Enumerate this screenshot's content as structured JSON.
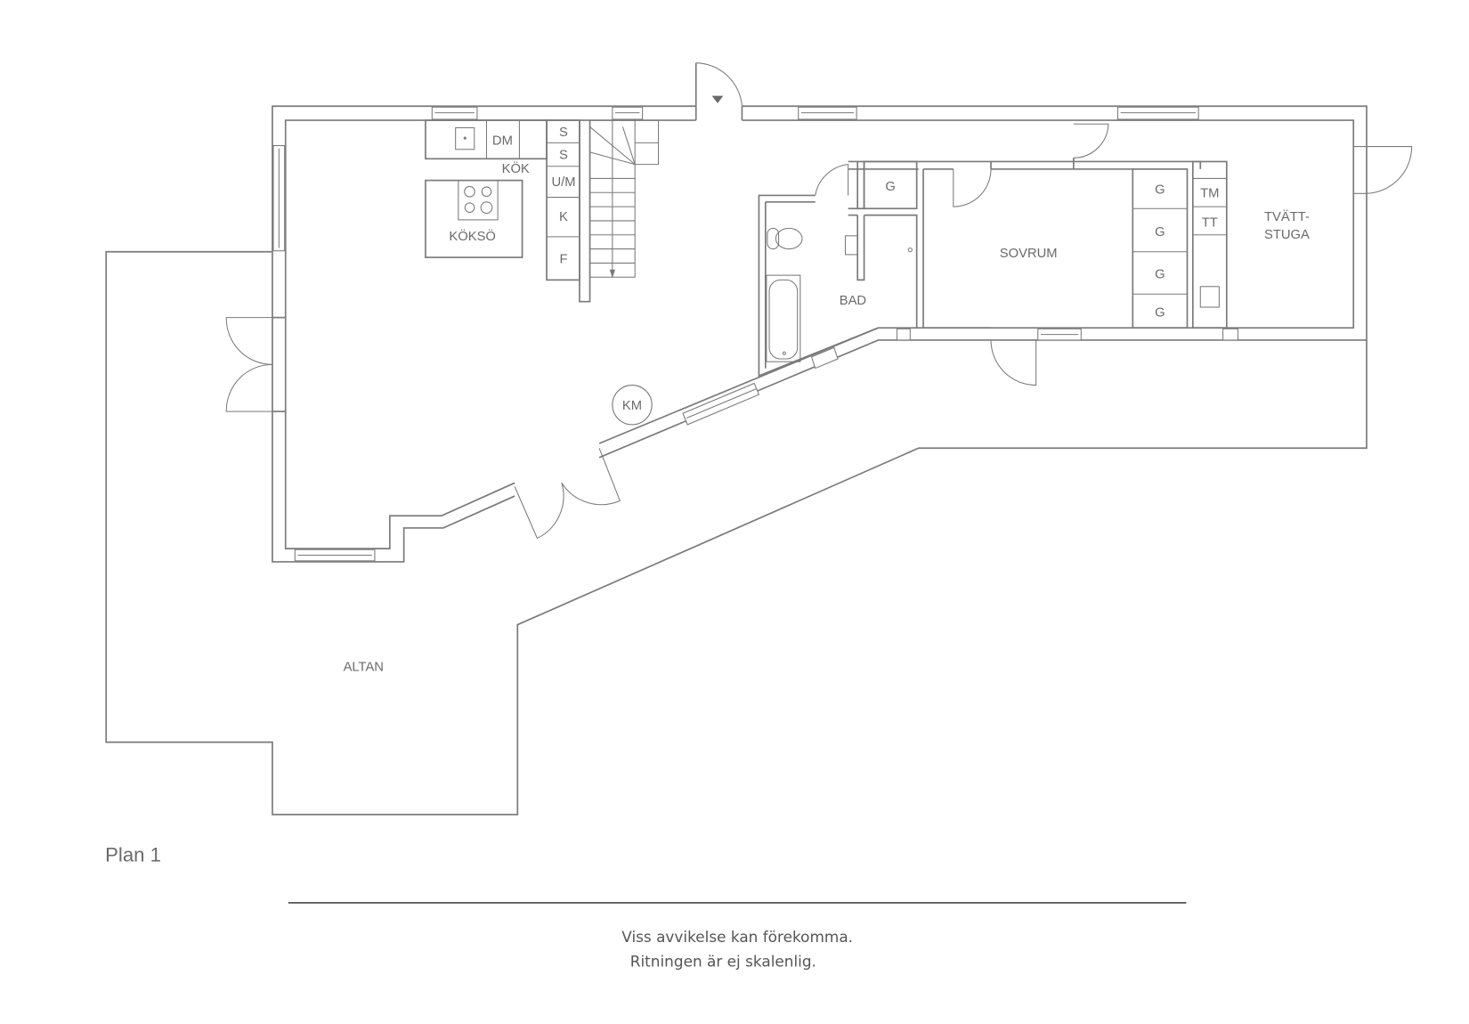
{
  "plan": {
    "title": "Plan 1"
  },
  "rooms": {
    "kok": "KÖK",
    "koksö": "KÖKSÖ",
    "bad": "BAD",
    "sovrum": "SOVRUM",
    "tvattstuga_line1": "TVÄTT-",
    "tvattstuga_line2": "STUGA",
    "altan": "ALTAN",
    "km": "KM"
  },
  "fixtures": {
    "dm": "DM",
    "s1": "S",
    "s2": "S",
    "um": "U/M",
    "k": "K",
    "f": "F",
    "g_hall": "G",
    "g1": "G",
    "g2": "G",
    "g3": "G",
    "g4": "G",
    "tm": "TM",
    "tt": "TT"
  },
  "footer": {
    "line1": "Viss avvikelse kan förekomma.",
    "line2": "Ritningen är ej skalenlig."
  },
  "colors": {
    "line": "#7a7a7a",
    "text": "#6a6a6a",
    "background": "#ffffff"
  }
}
